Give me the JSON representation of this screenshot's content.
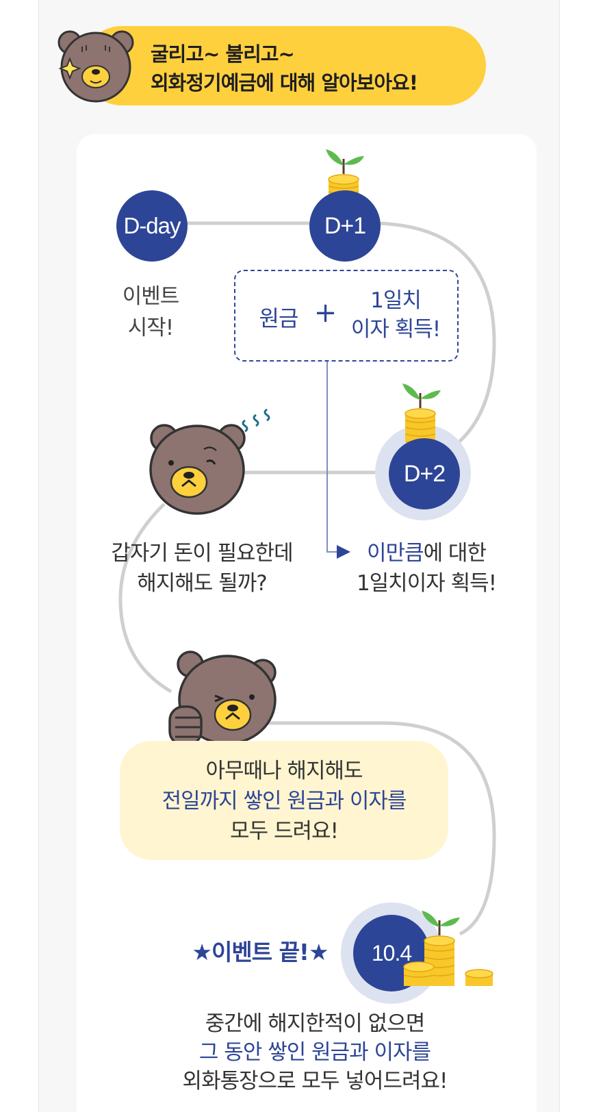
{
  "banner": {
    "line1": "굴리고~ 불리고~",
    "line2": "외화정기예금에 대해 알아보아요!"
  },
  "timeline": {
    "dday": "D-day",
    "d1": "D+1",
    "d2": "D+2",
    "end": "10.4",
    "event_start_l1": "이벤트",
    "event_start_l2": "시작!",
    "principal": "원금",
    "plus": "+",
    "interest_l1": "1일치",
    "interest_l2": "이자 획득!",
    "worry_l1": "갑자기 돈이 필요한데",
    "worry_l2": "해지해도 될까?",
    "gain_highlight": "이만큼",
    "gain_rest": "에 대한",
    "gain_l2": "1일치이자 획득!",
    "notice_l1": "아무때나 해지해도",
    "notice_l2": "전일까지 쌓인 원금과 이자를",
    "notice_l3": "모두 드려요!",
    "event_end": "★이벤트 끝!★",
    "final_l1": "중간에 해지한적이 없으면",
    "final_l2": "그 동안 쌓인 원금과 이자를",
    "final_l3": "외화통장으로 모두 넣어드려요!"
  },
  "colors": {
    "navy": "#2d4596",
    "yellow": "#ffd03e",
    "bear": "#8d7470",
    "cream": "#fff5d0"
  }
}
